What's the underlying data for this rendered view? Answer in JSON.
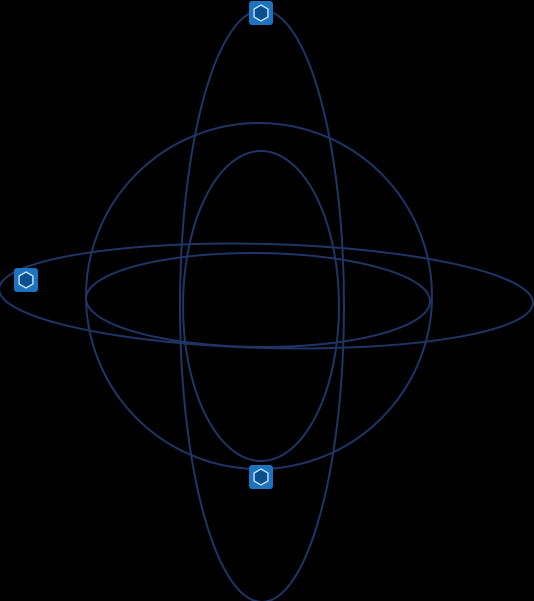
{
  "diagram": {
    "background": "#000000",
    "orbit_color": "#1f3566",
    "node_fill": "#1e73be",
    "node_stroke": "#bfe3ff",
    "node_inner": "#0b4f8f",
    "orbits": [
      {
        "name": "sphere-outline"
      },
      {
        "name": "vertical-orbit-outer"
      },
      {
        "name": "vertical-orbit-inner"
      },
      {
        "name": "horizontal-orbit-outer"
      },
      {
        "name": "horizontal-orbit-inner"
      }
    ],
    "nodes": [
      {
        "name": "node-top",
        "icon": "hexagon-icon"
      },
      {
        "name": "node-left",
        "icon": "hexagon-icon"
      },
      {
        "name": "node-bottom",
        "icon": "hexagon-icon"
      }
    ]
  }
}
